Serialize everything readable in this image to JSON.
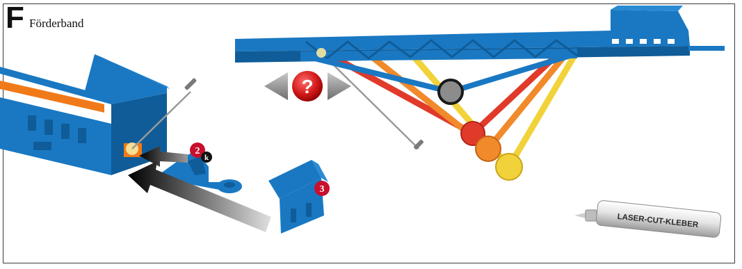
{
  "step": {
    "letter": "F",
    "title": "Förderband"
  },
  "parts": {
    "part_2_number": "2",
    "part_2_suffix": "k",
    "part_3_number": "3"
  },
  "adjust_hint": {
    "symbol": "?"
  },
  "glue": {
    "label": "LASER-CUT-KLEBER"
  },
  "colors": {
    "model_blue": "#1a78c2",
    "model_dark_blue": "#0f5c98",
    "band_orange": "#f07a1a",
    "badge_red": "#c8102e",
    "strut_red": "#e03a2a",
    "strut_orange": "#f08a2a",
    "strut_yellow": "#f2d23a",
    "arrow_grey": "#8a8a8a"
  }
}
